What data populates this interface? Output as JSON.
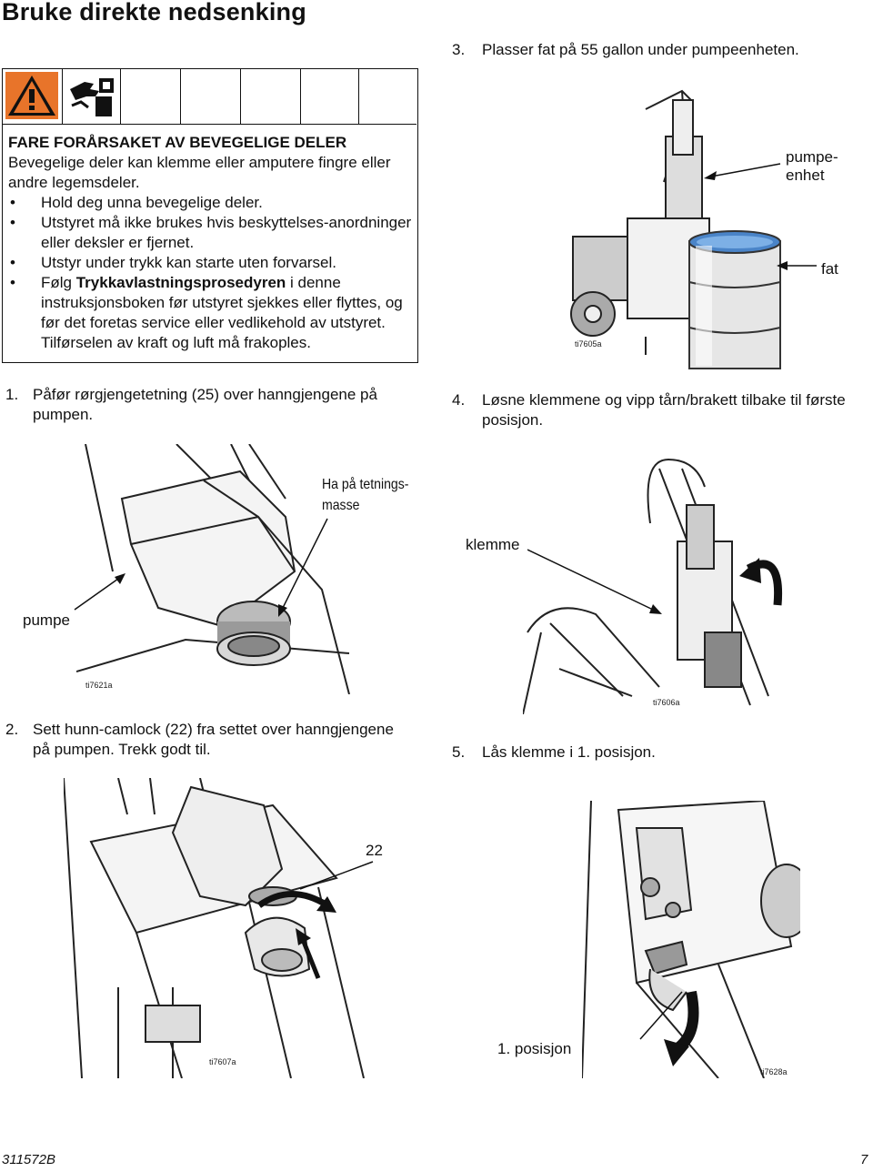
{
  "page": {
    "title": "Bruke direkte nedsenking",
    "doc_number": "311572B",
    "page_number": "7"
  },
  "warning": {
    "title": "FARE FORÅRSAKET AV BEVEGELIGE DELER",
    "intro": "Bevegelige deler kan klemme eller amputere fingre eller andre legemsdeler.",
    "bullets": [
      "Hold deg unna bevegelige deler.",
      "Utstyret må ikke brukes hvis beskyttelses-anordninger eller deksler er fjernet.",
      "Utstyr under trykk kan starte uten forvarsel."
    ],
    "last_bullet_pre": "Følg ",
    "last_bullet_bold": "Trykkavlastningsprosedyren",
    "last_bullet_post": " i denne instruksjonsboken før utstyret sjekkes eller flyttes, og før det foretas service eller vedlikehold av utstyret. Tilførselen av kraft og luft må frakoples.",
    "icons": [
      "warning-triangle-icon",
      "moving-parts-hand-icon"
    ]
  },
  "steps": [
    {
      "num": "1.",
      "text": "Påfør rørgjengetetning (25) over hanngjengene på pumpen."
    },
    {
      "num": "2.",
      "text": "Sett hunn-camlock (22) fra settet over hanngjengene på pumpen. Trekk godt til."
    },
    {
      "num": "3.",
      "text": "Plasser fat på 55 gallon under pumpeenheten."
    },
    {
      "num": "4.",
      "text": "Løsne klemmene og vipp tårn/brakett tilbake til første posisjon."
    },
    {
      "num": "5.",
      "text": "Lås klemme i 1. posisjon."
    }
  ],
  "figures": {
    "fig1": {
      "id": "ti7621a",
      "callout_sealant_line1": "Ha på tetnings-",
      "callout_sealant_line2": "masse",
      "callout_pump": "pumpe"
    },
    "fig2": {
      "id": "ti7607a",
      "callout_part": "22"
    },
    "fig3": {
      "id": "ti7605a",
      "callout_pump_unit_line1": "pumpe-",
      "callout_pump_unit_line2": "enhet",
      "callout_drum": "fat"
    },
    "fig4": {
      "id": "ti7606a",
      "callout_clamp": "klemme"
    },
    "fig5": {
      "id": "ti7628a",
      "callout_position": "1. posisjon"
    }
  }
}
